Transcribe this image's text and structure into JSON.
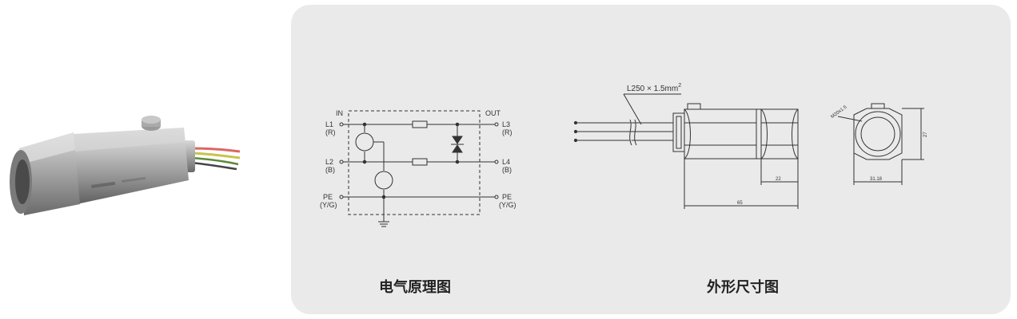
{
  "schematic": {
    "in_label": "IN",
    "out_label": "OUT",
    "l1": "L1",
    "l1_color": "(R)",
    "l2": "L2",
    "l2_color": "(B)",
    "pe_left": "PE",
    "pe_left_color": "(Y/G)",
    "l3": "L3",
    "l3_color": "(R)",
    "l4": "L4",
    "l4_color": "(B)",
    "pe_right": "PE",
    "pe_right_color": "(Y/G)",
    "caption": "电气原理图"
  },
  "dimensions": {
    "wire_spec": "L250 × 1.5mm",
    "wire_spec_sup": "2",
    "dim_22": "22",
    "dim_65": "65",
    "thread": "M20x1.5",
    "dim_27": "27",
    "dim_31_18": "31.18",
    "caption": "外形尺寸图"
  },
  "colors": {
    "panel": "#eaeaea",
    "line": "#333333"
  }
}
